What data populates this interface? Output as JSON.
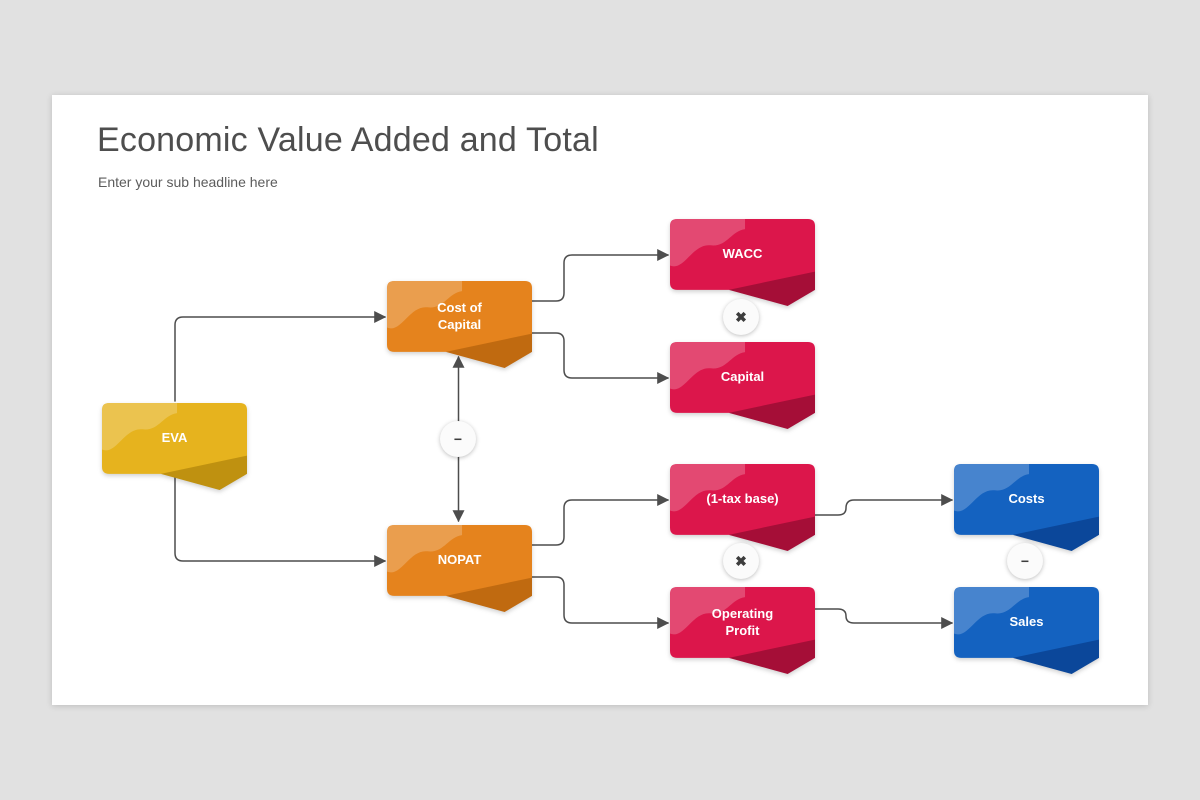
{
  "slide": {
    "title": "Economic Value Added and Total",
    "subtitle": "Enter your sub headline here"
  },
  "nodes": {
    "eva": {
      "label": "EVA",
      "color": "#e6b31e"
    },
    "cost_of_capital": {
      "label": "Cost of\nCapital",
      "color": "#e5831d"
    },
    "nopat": {
      "label": "NOPAT",
      "color": "#e5831d"
    },
    "wacc": {
      "label": "WACC",
      "color": "#dc164b"
    },
    "capital": {
      "label": "Capital",
      "color": "#dc164b"
    },
    "tax_base": {
      "label": "(1-tax base)",
      "color": "#dc164b"
    },
    "operating_profit": {
      "label": "Operating\nProfit",
      "color": "#dc164b"
    },
    "costs": {
      "label": "Costs",
      "color": "#1462c0"
    },
    "sales": {
      "label": "Sales",
      "color": "#1462c0"
    }
  },
  "operators": {
    "multiply": "✖",
    "minus": "−"
  },
  "palette": {
    "background": "#e1e1e1",
    "slide": "#ffffff",
    "connector": "#4d4d4d",
    "yellow": "#e6b31e",
    "orange": "#e5831d",
    "red": "#dc164b",
    "blue": "#1462c0",
    "title_text": "#4e4e4e"
  }
}
